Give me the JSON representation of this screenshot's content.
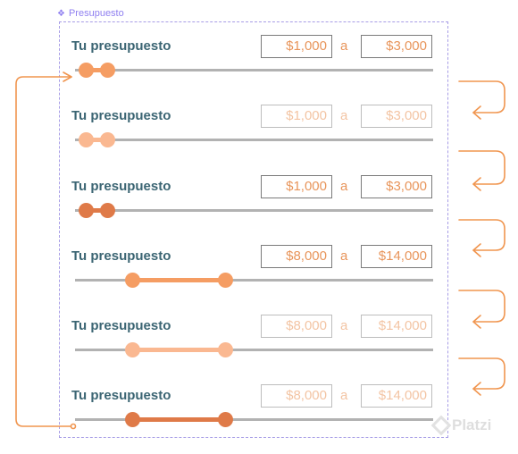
{
  "component": {
    "name": "Presupuesto"
  },
  "states": [
    {
      "title": "Tu presupuesto",
      "min": "$1,000",
      "separator": "a",
      "max": "$3,000",
      "variant": "default",
      "range": [
        0.03,
        0.09
      ],
      "knob_color": "#f59d63",
      "fill_color": "#f59d63"
    },
    {
      "title": "Tu presupuesto",
      "min": "$1,000",
      "separator": "a",
      "max": "$3,000",
      "variant": "light",
      "range": [
        0.03,
        0.09
      ],
      "knob_color": "#fab891",
      "fill_color": "#fab891"
    },
    {
      "title": "Tu presupuesto",
      "min": "$1,000",
      "separator": "a",
      "max": "$3,000",
      "variant": "default",
      "range": [
        0.03,
        0.09
      ],
      "knob_color": "#df7a48",
      "fill_color": "#df7a48"
    },
    {
      "title": "Tu presupuesto",
      "min": "$8,000",
      "separator": "a",
      "max": "$14,000",
      "variant": "default",
      "range": [
        0.16,
        0.42
      ],
      "knob_color": "#f59d63",
      "fill_color": "#f59d63"
    },
    {
      "title": "Tu presupuesto",
      "min": "$8,000",
      "separator": "a",
      "max": "$14,000",
      "variant": "light",
      "range": [
        0.16,
        0.42
      ],
      "knob_color": "#fab891",
      "fill_color": "#fab891"
    },
    {
      "title": "Tu presupuesto",
      "min": "$8,000",
      "separator": "a",
      "max": "$14,000",
      "variant": "light",
      "range": [
        0.16,
        0.42
      ],
      "knob_color": "#df7a48",
      "fill_color": "#df7a48"
    }
  ],
  "colors": {
    "frame_border": "#a79de6",
    "flow_arrow": "#f0954f",
    "title": "#3b6573",
    "track": "#b2b2b2"
  },
  "watermark": {
    "text": "Platzi"
  }
}
